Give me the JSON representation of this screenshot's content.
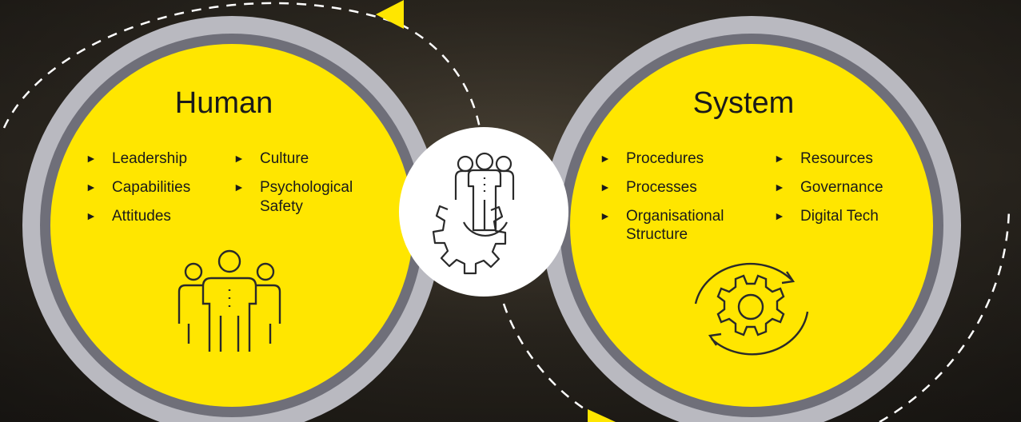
{
  "human": {
    "title": "Human",
    "col1": [
      "Leadership",
      "Capabilities",
      "Attitudes"
    ],
    "col2": [
      "Culture",
      "Psychological Safety"
    ],
    "icon": "people-icon"
  },
  "system": {
    "title": "System",
    "col1": [
      "Procedures",
      "Processes",
      "Organisational Structure"
    ],
    "col2": [
      "Resources",
      "Governance",
      "Digital Tech"
    ],
    "icon": "gear-cycle-icon"
  },
  "center_icon": "people-gear-icon",
  "colors": {
    "yellow": "#ffe600",
    "ring_outer": "#b9b9c0",
    "ring_inner": "#6f6f79",
    "text": "#1a1a1a",
    "dash": "#ffffff"
  },
  "bullet": "►"
}
